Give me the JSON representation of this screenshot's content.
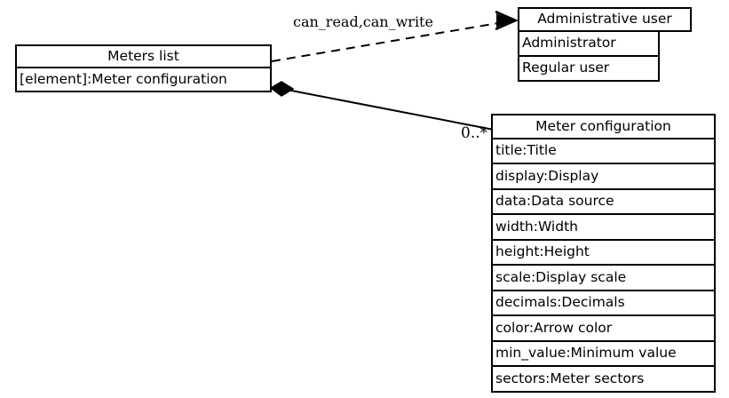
{
  "diagram": {
    "type": "uml-class-diagram",
    "background": "#ffffff",
    "line_color": "#000000"
  },
  "classes": {
    "meters_list": {
      "name": "Meters list",
      "attributes": [
        "[element]:Meter configuration"
      ]
    },
    "administrative_user": {
      "name": "Administrative user",
      "attributes": [
        "Administrator",
        "Regular user"
      ]
    },
    "meter_configuration": {
      "name": "Meter configuration",
      "attributes": [
        "title:Title",
        "display:Display",
        "data:Data source",
        "width:Width",
        "height:Height",
        "scale:Display scale",
        "decimals:Decimals",
        "color:Arrow color",
        "min_value:Minimum value",
        "sectors:Meter sectors"
      ]
    }
  },
  "edges": {
    "dependency": {
      "label": "can_read,can_write",
      "style": "dashed",
      "arrow": "open-arrow",
      "from": "meters_list",
      "to": "administrative_user"
    },
    "composition": {
      "label": "0..*",
      "style": "solid",
      "arrow": "filled-diamond",
      "from": "meters_list",
      "to": "meter_configuration"
    }
  }
}
